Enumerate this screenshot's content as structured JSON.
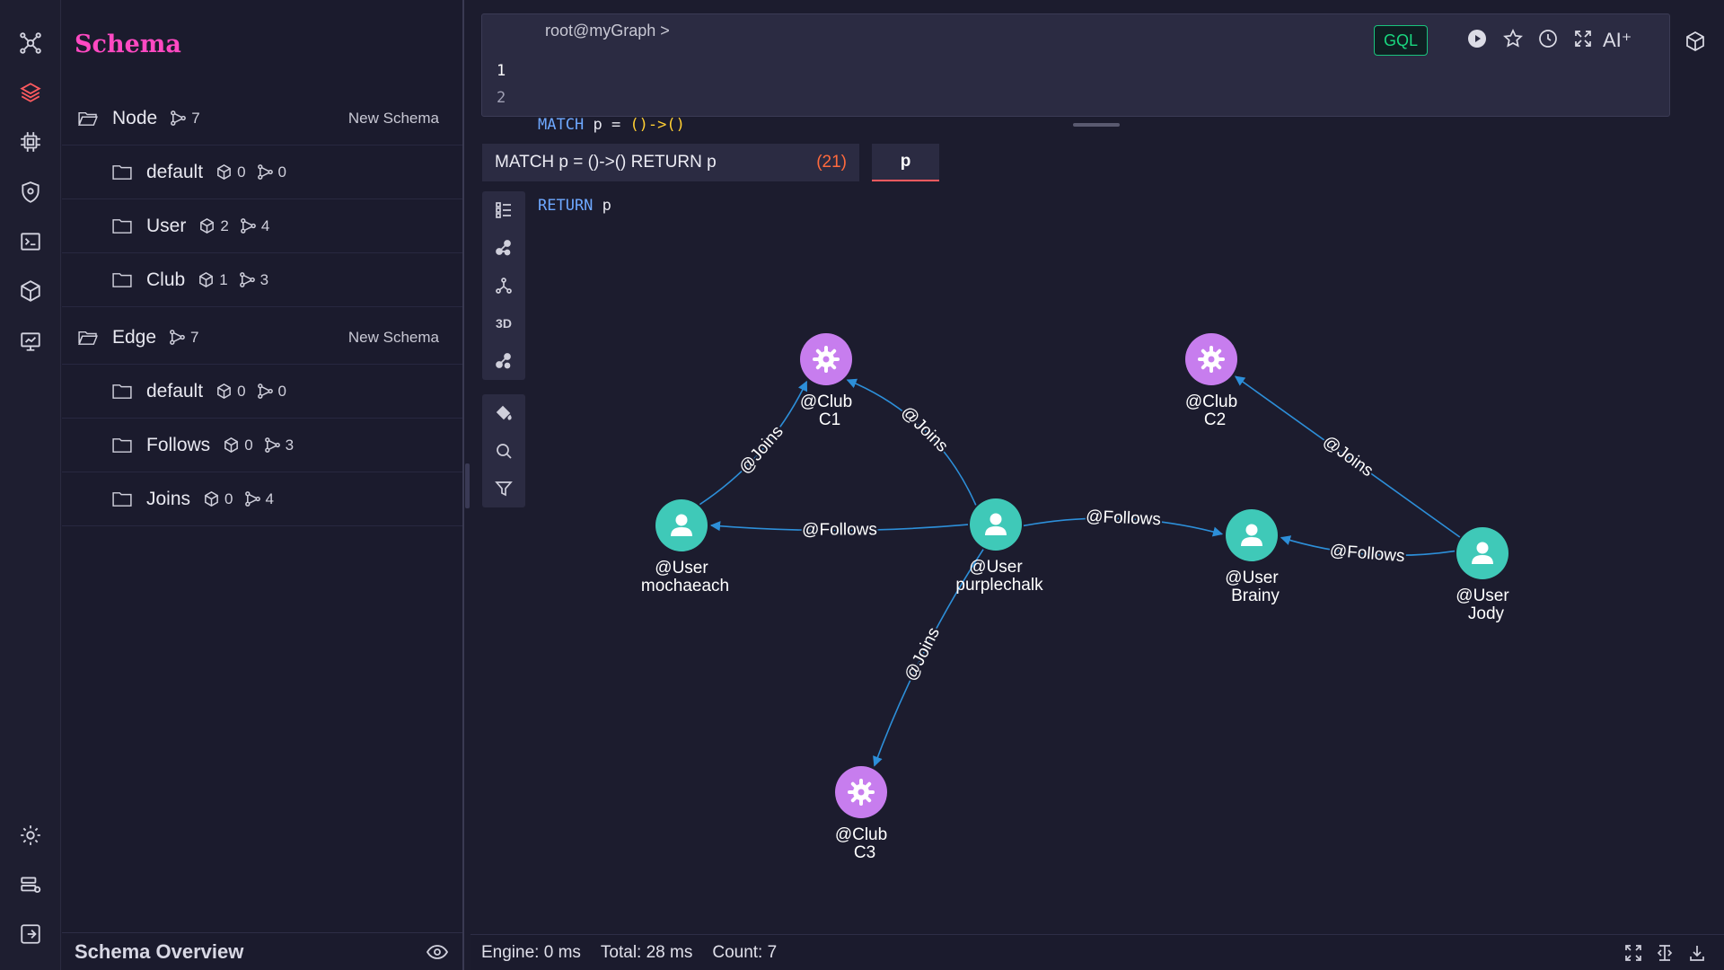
{
  "rail": {
    "icons": [
      "graph-network-icon",
      "layers-icon",
      "cpu-icon",
      "shield-icon",
      "console-icon",
      "cube-icon",
      "monitor-icon",
      "gear-icon",
      "server-settings-icon",
      "exit-icon"
    ]
  },
  "schema": {
    "title": "Schema",
    "node": {
      "label": "Node",
      "edge_count": "7",
      "new_schema": "New Schema",
      "items": [
        {
          "label": "default",
          "props": "0",
          "edges": "0"
        },
        {
          "label": "User",
          "props": "2",
          "edges": "4"
        },
        {
          "label": "Club",
          "props": "1",
          "edges": "3"
        }
      ]
    },
    "edge": {
      "label": "Edge",
      "edge_count": "7",
      "new_schema": "New Schema",
      "items": [
        {
          "label": "default",
          "props": "0",
          "edges": "0"
        },
        {
          "label": "Follows",
          "props": "0",
          "edges": "3"
        },
        {
          "label": "Joins",
          "props": "0",
          "edges": "4"
        }
      ]
    },
    "overview": "Schema Overview"
  },
  "editor": {
    "prompt": "root@myGraph >",
    "lines": [
      "1",
      "2"
    ],
    "code": {
      "kw1": "MATCH",
      "var1": "p",
      "eq": "=",
      "pattern": "()->()",
      "kw2": "RETURN",
      "var2": "p"
    },
    "lang": "GQL",
    "ai": "AI⁺"
  },
  "results": {
    "query": "MATCH p = ()->() RETURN p",
    "count": "(21)",
    "alias": "p"
  },
  "graph": {
    "nodes": [
      {
        "id": "c1",
        "schema": "@Club",
        "name": "C1",
        "kind": "club"
      },
      {
        "id": "c2",
        "schema": "@Club",
        "name": "C2",
        "kind": "club"
      },
      {
        "id": "c3",
        "schema": "@Club",
        "name": "C3",
        "kind": "club"
      },
      {
        "id": "mochaeach",
        "schema": "@User",
        "name": "mochaeach",
        "kind": "user"
      },
      {
        "id": "purplechalk",
        "schema": "@User",
        "name": "purplechalk",
        "kind": "user"
      },
      {
        "id": "brainy",
        "schema": "@User",
        "name": "Brainy",
        "kind": "user"
      },
      {
        "id": "jody",
        "schema": "@User",
        "name": "Jody",
        "kind": "user"
      }
    ],
    "edges": [
      {
        "label": "@Joins",
        "from": "mochaeach",
        "to": "c1"
      },
      {
        "label": "@Joins",
        "from": "purplechalk",
        "to": "c1"
      },
      {
        "label": "@Joins",
        "from": "jody",
        "to": "c2"
      },
      {
        "label": "@Joins",
        "from": "purplechalk",
        "to": "c3"
      },
      {
        "label": "@Follows",
        "from": "purplechalk",
        "to": "mochaeach"
      },
      {
        "label": "@Follows",
        "from": "purplechalk",
        "to": "brainy"
      },
      {
        "label": "@Follows",
        "from": "jody",
        "to": "brainy"
      }
    ],
    "colors": {
      "user": "#3fc9b8",
      "club": "#c77dee",
      "edge": "#2d8fd9"
    }
  },
  "status": {
    "engine": "Engine: 0 ms",
    "total": "Total: 28 ms",
    "count": "Count: 7"
  }
}
